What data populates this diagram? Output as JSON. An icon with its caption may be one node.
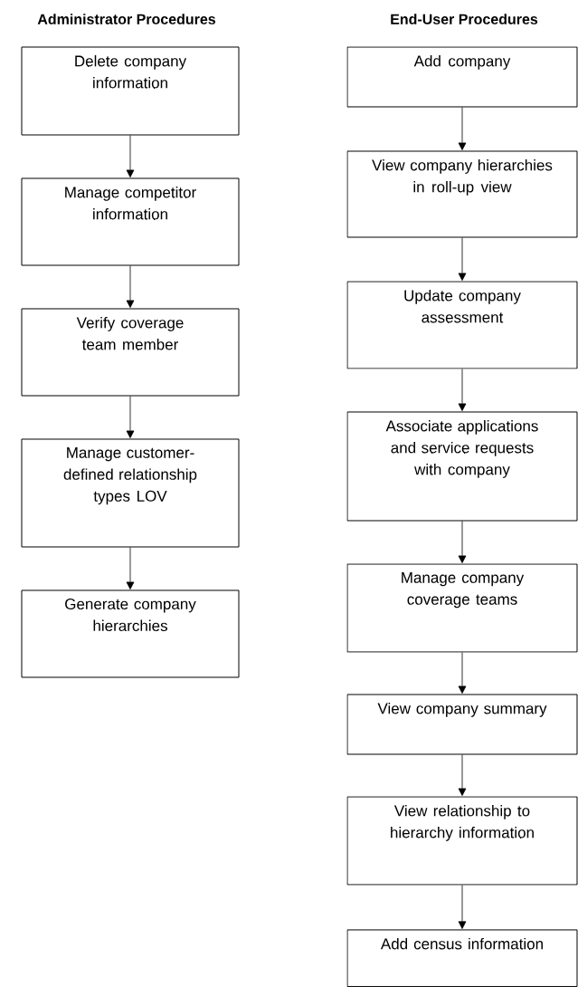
{
  "diagram": {
    "nodes": [
      {
        "text": [
          "Delete company information"
        ]
      },
      {
        "text": [
          "Manage competitor information"
        ]
      },
      {
        "text": [
          "Verify coverage team member"
        ]
      },
      {
        "text": [
          "Manage customer-defined relationship types LOV"
        ]
      },
      {
        "text": [
          "Generate company hierarchies"
        ]
      },
      {
        "text": [
          "Add company"
        ]
      },
      {
        "text": [
          "View company hierarchies in roll-up view"
        ]
      },
      {
        "text": [
          "Update company assessment"
        ]
      },
      {
        "text": [
          "Associate applications and service requests with company"
        ]
      },
      {
        "text": [
          "Manage company coverage teams"
        ]
      },
      {
        "text": [
          "View company summary"
        ]
      },
      {
        "text": [
          "View relationship to hierarchy information"
        ]
      },
      {
        "text": [
          "Add census information"
        ]
      }
    ],
    "edges": [
      {
        "from": 0,
        "to": 1,
        "arrow": "to"
      },
      {
        "from": 1,
        "to": 2,
        "arrow": "to"
      },
      {
        "from": 2,
        "to": 3,
        "arrow": "to"
      },
      {
        "from": 3,
        "to": 4,
        "arrow": "to"
      },
      {
        "from": 5,
        "to": 6,
        "arrow": "to"
      },
      {
        "from": 6,
        "to": 7,
        "arrow": "to"
      },
      {
        "from": 7,
        "to": 8,
        "arrow": "to"
      },
      {
        "from": 8,
        "to": 9,
        "arrow": "to"
      },
      {
        "from": 9,
        "to": 10,
        "arrow": "to"
      },
      {
        "from": 10,
        "to": 11,
        "arrow": "to"
      },
      {
        "from": 11,
        "to": 12,
        "arrow": "to"
      }
    ],
    "labels": [
      "Administrator Procedures",
      "End-User Procedures"
    ]
  }
}
